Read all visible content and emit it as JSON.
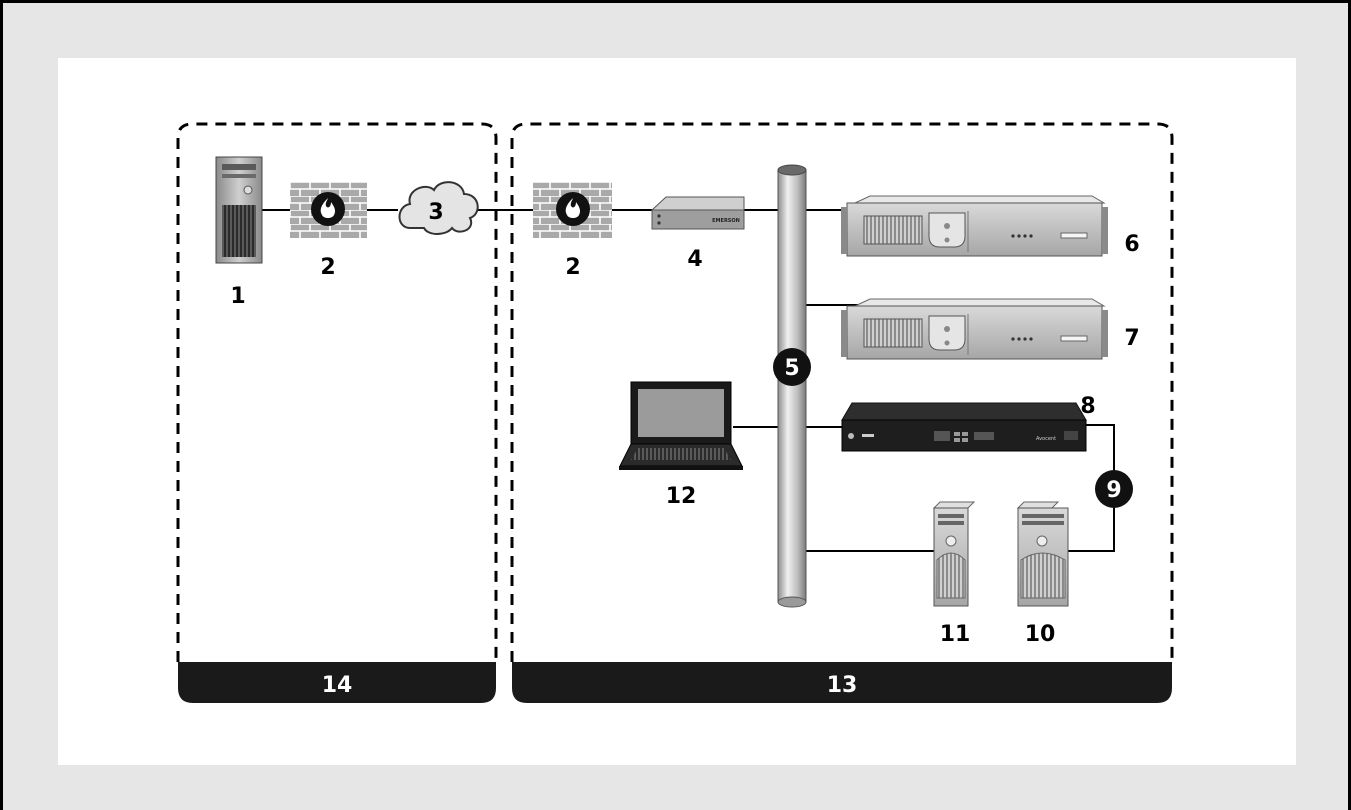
{
  "labels": {
    "n1": "1",
    "n2a": "2",
    "n2b": "2",
    "n3": "3",
    "n4": "4",
    "n5": "5",
    "n6": "6",
    "n7": "7",
    "n8": "8",
    "n9": "9",
    "n10": "10",
    "n11": "11",
    "n12": "12",
    "n13": "13",
    "n14": "14"
  },
  "device_text": {
    "kvm_brand": "EMERSON",
    "appliance_brand": "Avocent"
  },
  "colors": {
    "frame_bg": "#e6e6e6",
    "zone_bar": "#1a1a1a",
    "badge": "#111111",
    "brick": "#a9a9a9",
    "device_grey": "#9e9e9e"
  },
  "icons": [
    "server-tower-icon",
    "firewall-icon",
    "cloud-icon",
    "kvm-switch-icon",
    "network-pole-icon",
    "rack-server-icon",
    "appliance-icon",
    "laptop-icon"
  ]
}
